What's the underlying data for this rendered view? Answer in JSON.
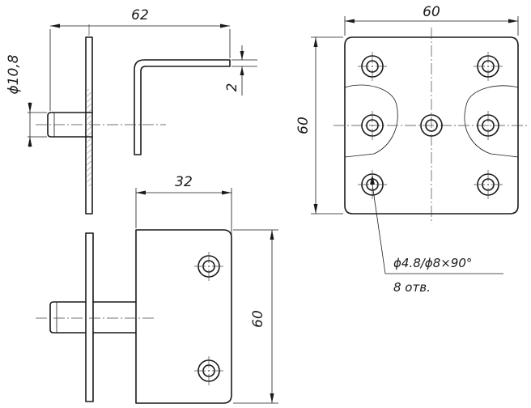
{
  "drawing": {
    "side_view": {
      "dim_overall_width": "62",
      "dim_pin_diameter": "ϕ10,8",
      "dim_flange_thickness": "2"
    },
    "front_view": {
      "dim_width": "32",
      "dim_height": "60"
    },
    "plate_view": {
      "dim_width": "60",
      "dim_height": "60",
      "hole_spec": "ϕ4.8/ϕ8×90°",
      "hole_count": "8 отв."
    }
  }
}
